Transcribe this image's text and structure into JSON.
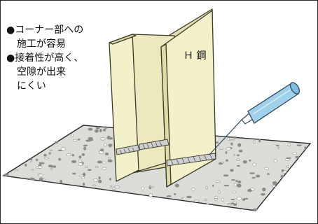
{
  "notes": [
    {
      "first": "●コーナー部への",
      "second": "施工が容易"
    },
    {
      "first": "●接着性が高く、",
      "second": "空隙が出来",
      "third": "にくい"
    }
  ],
  "beam_label": "Ｈ 鋼",
  "colors": {
    "steel_face": "#f3f1c9",
    "steel_side": "#e3e1b0",
    "steel_edge": "#3b3b2a",
    "concrete": "#dcdcd8",
    "concrete_speck": "#8c8c88",
    "sealant": "#cfcfcf",
    "cartridge": "#9fd1ea",
    "cartridge_edge": "#2e4a5c",
    "frame": "#2b2b2b"
  }
}
